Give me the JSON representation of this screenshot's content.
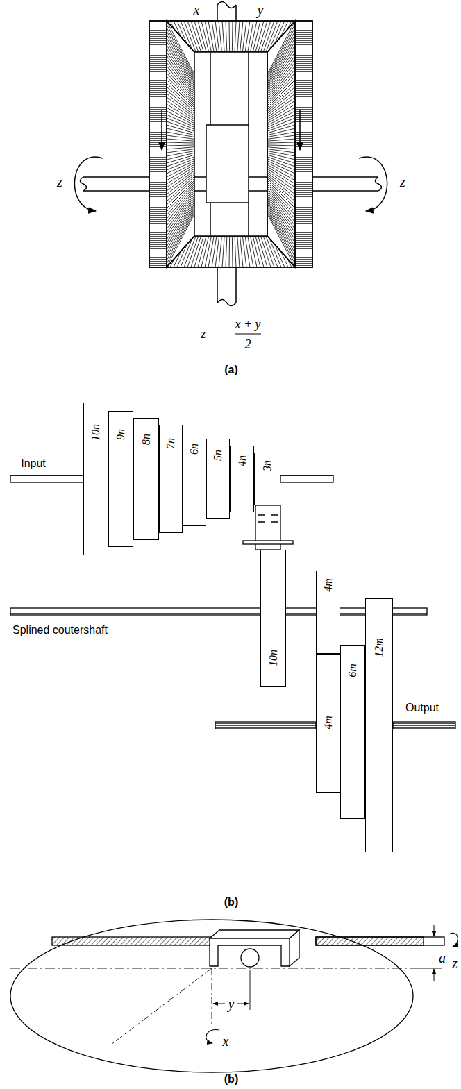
{
  "diagram": {
    "nodes": [
      {
        "text": [
          "10n"
        ]
      },
      {
        "text": [
          "9n"
        ]
      },
      {
        "text": [
          "8n"
        ]
      },
      {
        "text": [
          "7n"
        ]
      },
      {
        "text": [
          "6n"
        ]
      },
      {
        "text": [
          "5n"
        ]
      },
      {
        "text": [
          "4n"
        ]
      },
      {
        "text": [
          "3n"
        ]
      },
      {
        "text": [
          "10n"
        ]
      },
      {
        "text": [
          "4m"
        ]
      },
      {
        "text": [
          "4m"
        ]
      },
      {
        "text": [
          "6m"
        ]
      },
      {
        "text": [
          "12m"
        ]
      }
    ],
    "labels": [
      "x",
      "y",
      "z",
      "z",
      "z =",
      "x + y",
      "2",
      "(a)",
      "Input",
      "Splined coutershaft",
      "Output",
      "(b)",
      "a",
      "z",
      "y",
      "x",
      "(b)"
    ]
  }
}
